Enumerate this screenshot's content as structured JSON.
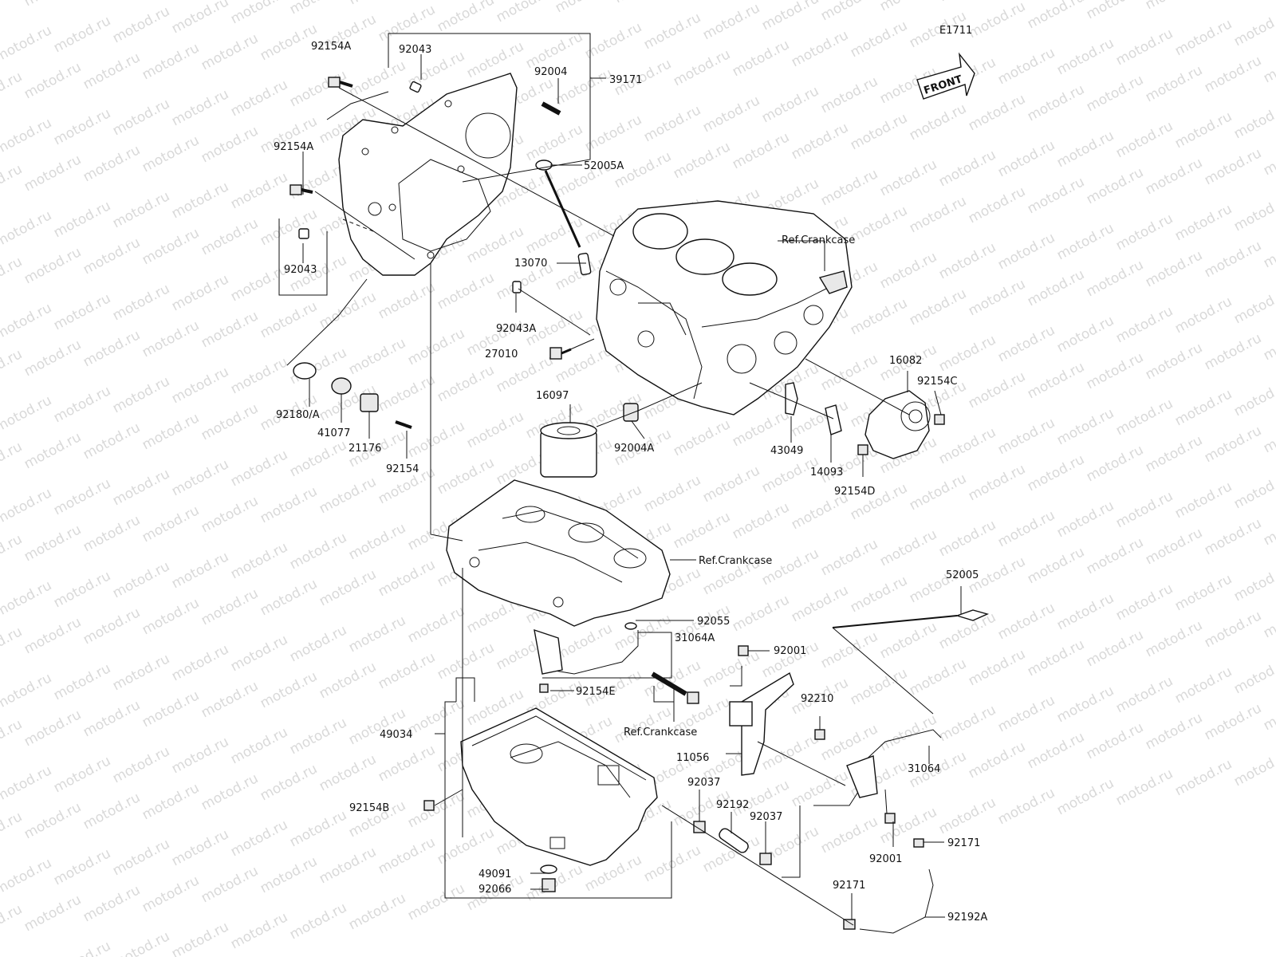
{
  "diagram_id": "E1711",
  "front_arrow_text": "FRONT",
  "watermark_text": "motod.ru",
  "labels": {
    "p92154A_1": "92154A",
    "p92043_top": "92043",
    "p92004": "92004",
    "p39171": "39171",
    "p92154A_2": "92154A",
    "p52005A": "52005A",
    "p92043_left": "92043",
    "p13070": "13070",
    "p92043A": "92043A",
    "refCrankcase1": "Ref.Crankcase",
    "p27010": "27010",
    "p16082": "16082",
    "p92154C": "92154C",
    "p16097": "16097",
    "p92180A": "92180/A",
    "p41077": "41077",
    "p21176": "21176",
    "p92154": "92154",
    "p92004A": "92004A",
    "p43049": "43049",
    "p14093": "14093",
    "p92154D": "92154D",
    "refCrankcase2": "Ref.Crankcase",
    "p52005": "52005",
    "p92055": "92055",
    "p31064A": "31064A",
    "p92001_top": "92001",
    "p92154E": "92154E",
    "p92210": "92210",
    "refCrankcase3": "Ref.Crankcase",
    "p49034": "49034",
    "p11056": "11056",
    "p31064": "31064",
    "p92037_1": "92037",
    "p92192": "92192",
    "p92037_2": "92037",
    "p92154B": "92154B",
    "p92171_right": "92171",
    "p92001_bottom": "92001",
    "p49091": "49091",
    "p92066": "92066",
    "p92171_bottom": "92171",
    "p92192A": "92192A"
  }
}
